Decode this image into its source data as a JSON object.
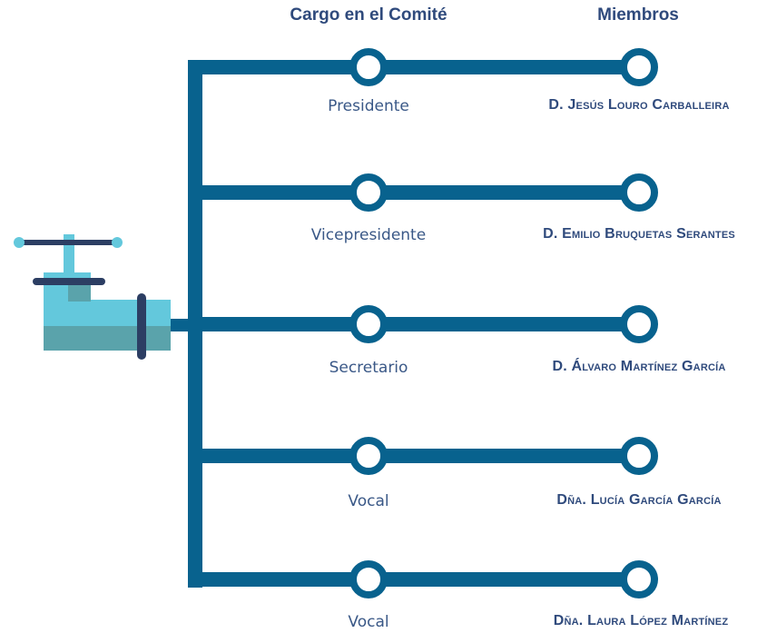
{
  "headers": {
    "role": "Cargo en el Comité",
    "members": "Miembros"
  },
  "rows": [
    {
      "role": "Presidente",
      "member": "D. Jesús Louro Carballeira"
    },
    {
      "role": "Vicepresidente",
      "member": "D. Emilio Bruquetas Serantes"
    },
    {
      "role": "Secretario",
      "member": "D. Álvaro Martínez García"
    },
    {
      "role": "Vocal",
      "member": "Dña. Lucía García García"
    },
    {
      "role": "Vocal",
      "member": "Dña. Laura López Martínez"
    }
  ],
  "colors": {
    "pipe": "#08628e",
    "tap_light": "#63c8dc",
    "tap_dark": "#5aa3ab",
    "tap_handle": "#2c3e63",
    "text": "#2f4a7c"
  },
  "icons": {
    "source": "water-tap-icon",
    "node": "ring-node-icon"
  }
}
